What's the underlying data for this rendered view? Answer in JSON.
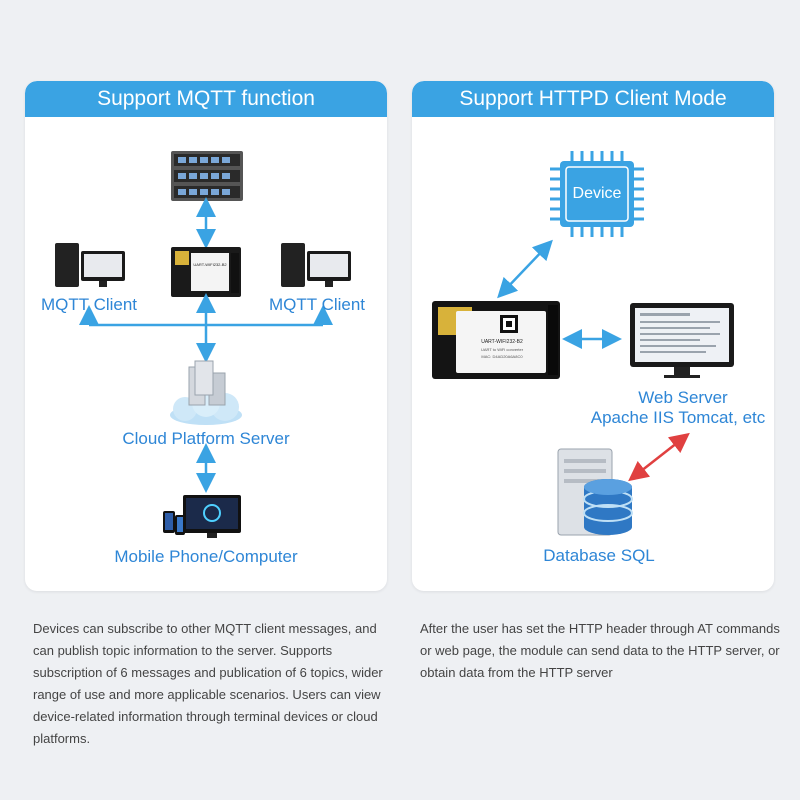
{
  "left_panel": {
    "title": "Support MQTT function",
    "mqtt_client_left": "MQTT Client",
    "mqtt_client_right": "MQTT Client",
    "cloud_server": "Cloud Platform Server",
    "mobile_computer": "Mobile Phone/Computer",
    "module_label": "UART-WIFI232-B2"
  },
  "right_panel": {
    "title": "Support HTTPD Client Mode",
    "device": "Device",
    "web_server_line1": "Web Server",
    "web_server_line2": "Apache IIS Tomcat, etc",
    "database": "Database SQL",
    "module_label": "UART-WIFI232-B2",
    "module_sub": "UART to WiFi converter",
    "module_mac": "MAC: D4AD20A6A8C0"
  },
  "descriptions": {
    "left": "Devices can subscribe to other MQTT client messages, and can publish topic information to the server. Supports subscription of 6 messages and publication of 6 topics, wider range of use and more applicable scenarios. Users can view device-related information through terminal devices or cloud platforms.",
    "right": "After the user has set the HTTP header through AT commands or web page, the module can send data to the HTTP server, or obtain data from the HTTP server"
  },
  "colors": {
    "header_blue": "#3aa3e3",
    "label_blue": "#2e86d6",
    "arrow_blue": "#3aa3e3",
    "arrow_red": "#e04040"
  }
}
